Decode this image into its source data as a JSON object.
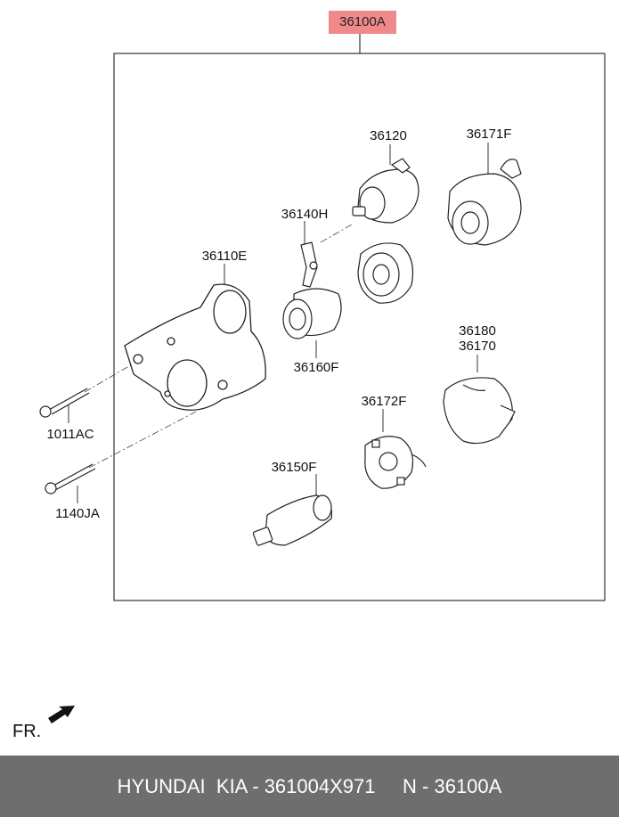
{
  "assembly_label": "36100A",
  "parts": [
    {
      "id": "36120",
      "text": "36120"
    },
    {
      "id": "36171F",
      "text": "36171F"
    },
    {
      "id": "36140H",
      "text": "36140H"
    },
    {
      "id": "36110E",
      "text": "36110E"
    },
    {
      "id": "36160F",
      "text": "36160F"
    },
    {
      "id": "36180",
      "text": "36180"
    },
    {
      "id": "36170",
      "text": "36170"
    },
    {
      "id": "36172F",
      "text": "36172F"
    },
    {
      "id": "1011AC",
      "text": "1011AC"
    },
    {
      "id": "1140JA",
      "text": "1140JA"
    },
    {
      "id": "36150F",
      "text": "36150F"
    }
  ],
  "orientation_label": "FR.",
  "footer_text": "HYUNDAI  KIA - 361004X971     N - 36100A",
  "colors": {
    "header_highlight": "#f08a8a",
    "footer_bg": "#6e6e6e"
  }
}
